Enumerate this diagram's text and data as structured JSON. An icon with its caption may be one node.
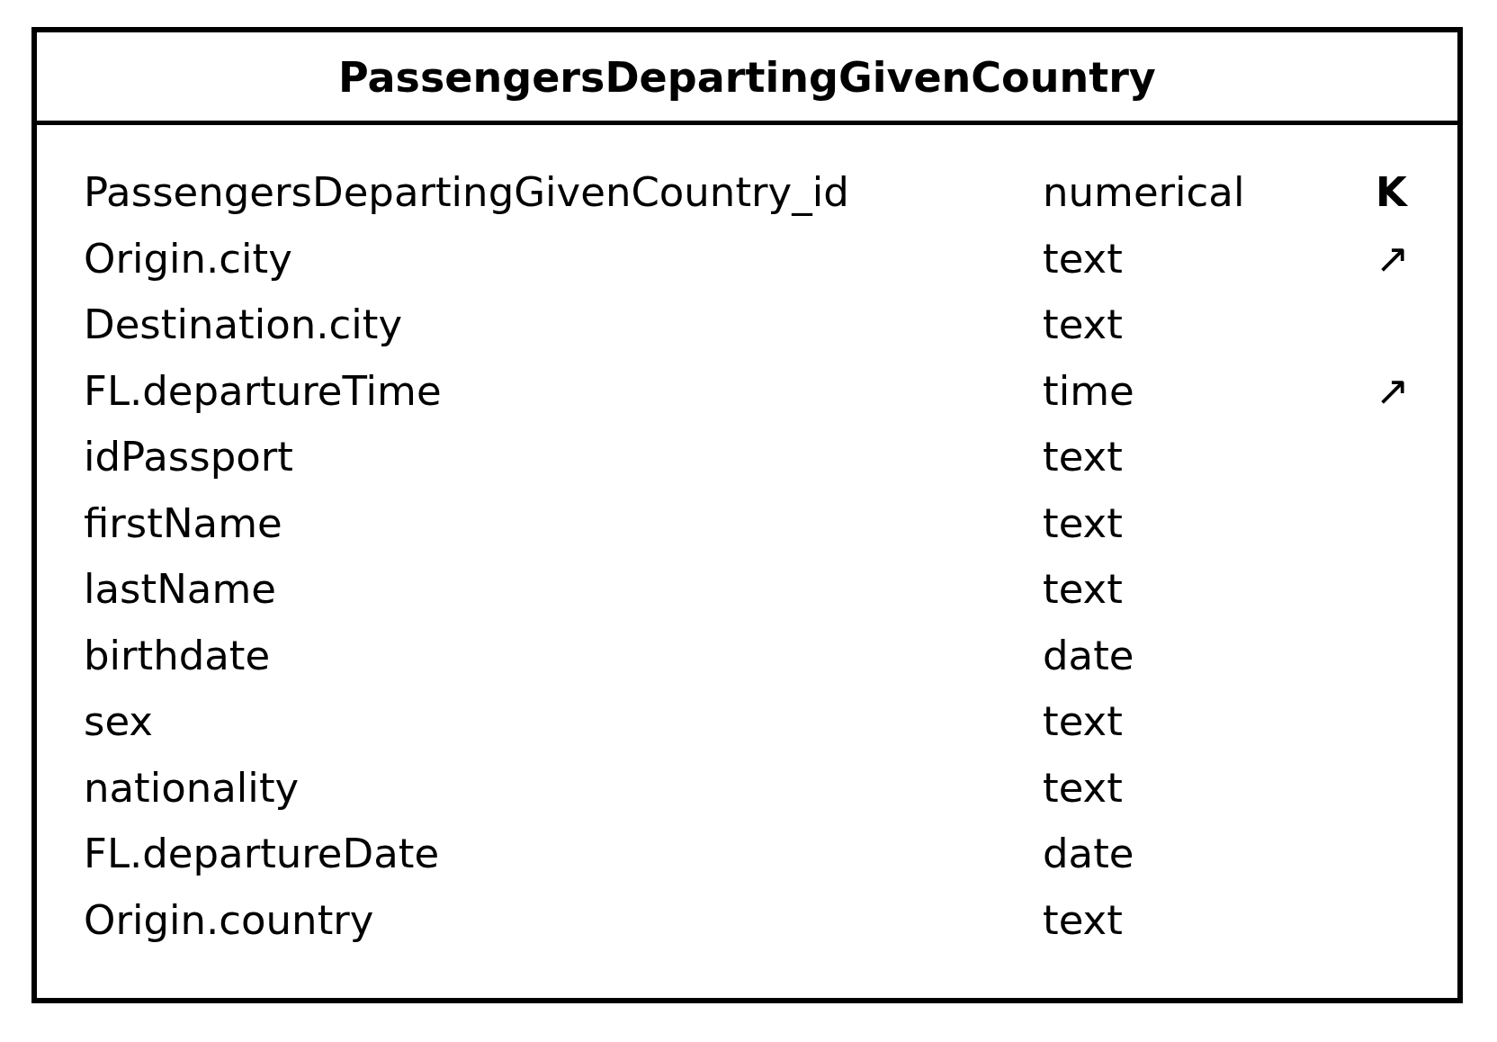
{
  "diagram": {
    "nodes": [
      {
        "text": [
          "PassengersDepartingGivenCountry"
        ]
      }
    ],
    "labels": [
      "PassengersDepartingGivenCountry_id",
      "numerical",
      "K",
      "Origin.city",
      "text",
      "↗",
      "Destination.city",
      "text",
      "FL.departureTime",
      "time",
      "↗",
      "idPassport",
      "text",
      "firstName",
      "text",
      "lastName",
      "text",
      "birthdate",
      "date",
      "sex",
      "text",
      "nationality",
      "text",
      "FL.departureDate",
      "date",
      "Origin.country",
      "text"
    ]
  }
}
